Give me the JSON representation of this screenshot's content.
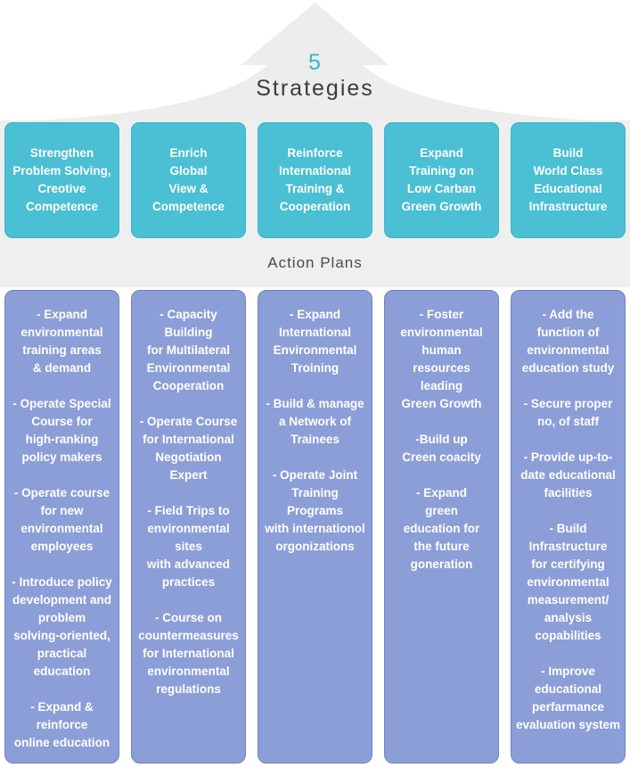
{
  "header": {
    "number": "5",
    "title": "Strategies"
  },
  "action_plans_label": "Action Plans",
  "colors": {
    "teal_box": "#4bbfd3",
    "teal_accent": "#2fb9cc",
    "purple_box": "#8c9ed7",
    "purple_border": "#7384be",
    "band_gray": "#efefef",
    "arrow_gray": "#ededed",
    "heading_text": "#3c3c3c",
    "box_text": "#ffffff"
  },
  "strategies": [
    {
      "title": "Strengthen\nProblem Solving,\nCreotive\nCompetence",
      "plans": [
        "- Expand\nenvironmental\ntraining areas\n& demand",
        "- Operate Special\nCourse for\nhigh-ranking\npolicy makers",
        "- Operate course\nfor new\nenvironmental\nemployees",
        "- Introduce policy\ndevelopment and\nproblem\nsolving-oriented,\npractical\neducation",
        "- Expand &\nreinforce\nonline education"
      ]
    },
    {
      "title": "Enrich\nGlobal\nView &\nCompetence",
      "plans": [
        "- Capacity\nBuilding\nfor Multilateral\nEnvironmental\nCooperation",
        "- Operate Course\nfor International\nNegotiation\nExpert",
        "- Field Trips to\nenvironmental\nsites\nwith advanced\npractices",
        "- Course on\ncountermeasures\nfor International\nenvironmental\nregulations"
      ]
    },
    {
      "title": "Reinforce\nInternational\nTraining &\nCooperation",
      "plans": [
        "- Expand\nInternational\nEnvironmental\nTroining",
        "- Build & manage\na Network of\nTrainees",
        "- Operate Joint\nTraining Programs\nwith internationol\norgonizations"
      ]
    },
    {
      "title": "Expand\nTraining on\nLow Carban\nGreen Growth",
      "plans": [
        "- Foster\nenvironmental\nhuman\nresources\nleading\nGreen Growth",
        "-Build up\nCreen coacity",
        "- Expand\ngreen\neducation for\nthe future\ngoneration"
      ]
    },
    {
      "title": "Build\nWorld Class\nEducational\nInfrastructure",
      "plans": [
        "- Add the\nfunction of\nenvironmental\neducation study",
        "- Secure proper\nno, of staff",
        "- Provide up-to-\ndate educational\nfacilities",
        "- Build\nInfrastructure\nfor certifying\nenvironmental\nmeasurement/\nanalysis\ncopabilities",
        "- Improve\neducational\nperfarmance\nevaluation system"
      ]
    }
  ]
}
